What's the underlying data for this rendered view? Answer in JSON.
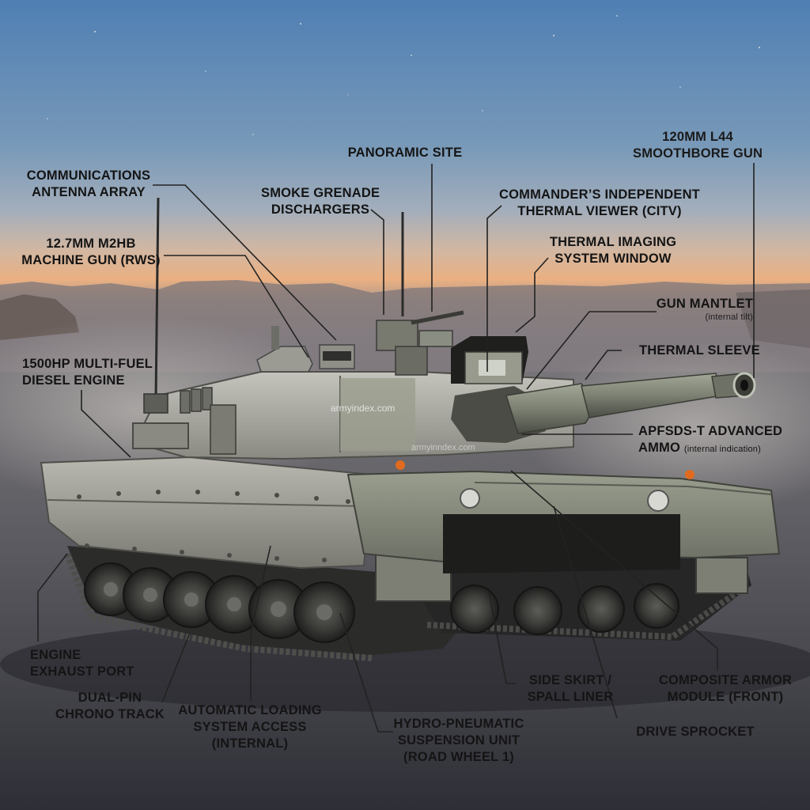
{
  "watermarks": [
    "armyindex.com",
    "armyinndex.com"
  ],
  "callouts": {
    "main_gun": {
      "line1": "120MM L44",
      "line2": "SMOOTHBORE GUN"
    },
    "panoramic_site": {
      "line1": "PANORAMIC SITE"
    },
    "comms_antenna": {
      "line1": "COMMUNICATIONS",
      "line2": "ANTENNA ARRAY"
    },
    "smoke_grenade": {
      "line1": "SMOKE GRENADE",
      "line2": "DISCHARGERS"
    },
    "citv": {
      "line1": "COMMANDER’S INDEPENDENT",
      "line2": "THERMAL VIEWER (CITV)"
    },
    "machine_gun": {
      "line1": "12.7MM M2HB",
      "line2": "MACHINE GUN (RWS)"
    },
    "thermal_window": {
      "line1": "THERMAL IMAGING",
      "line2": "SYSTEM WINDOW"
    },
    "gun_mantlet": {
      "line1": "GUN MANTLET",
      "note": "(internal tilt)"
    },
    "engine": {
      "line1": "1500HP MULTI-FUEL",
      "line2": "DIESEL ENGINE"
    },
    "thermal_sleeve": {
      "line1": "THERMAL SLEEVE"
    },
    "ammo": {
      "line1": "APFSDS-T ADVANCED",
      "line2": "AMMO",
      "note": "(internal indication)"
    },
    "exhaust": {
      "line1": "ENGINE",
      "line2": "EXHAUST PORT"
    },
    "track": {
      "line1": "DUAL-PIN",
      "line2": "CHRONO TRACK"
    },
    "autoloader": {
      "line1": "AUTOMATIC LOADING",
      "line2": "SYSTEM ACCESS",
      "line3": "(INTERNAL)"
    },
    "suspension": {
      "line1": "HYDRO-PNEUMATIC",
      "line2": "SUSPENSION UNIT",
      "line3": "(ROAD WHEEL 1)"
    },
    "side_skirt": {
      "line1": "SIDE SKIRT /",
      "line2": "SPALL LINER"
    },
    "composite_armor": {
      "line1": "COMPOSITE ARMOR",
      "line2": "MODULE (FRONT)"
    },
    "drive_sprocket": {
      "line1": "DRIVE SPROCKET"
    }
  }
}
